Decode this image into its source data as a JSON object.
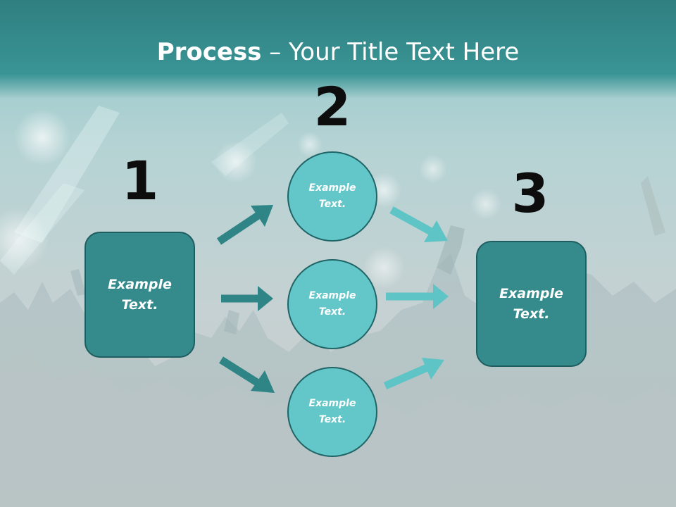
{
  "slide": {
    "title_bold": "Process",
    "title_rest": " – Your Title Text Here"
  },
  "steps": [
    {
      "number": "1"
    },
    {
      "number": "2"
    },
    {
      "number": "3"
    }
  ],
  "nodes": {
    "left_box": "Example Text.",
    "circle_top": "Example Text.",
    "circle_middle": "Example Text.",
    "circle_bottom": "Example Text.",
    "right_box": "Example Text."
  },
  "colors": {
    "title_band": "#3a9495",
    "box_fill": "#358b8c",
    "circle_fill": "#63c6c8",
    "arrow_dark": "#2f8586",
    "arrow_light": "#5fc4c6",
    "number_text": "#0d0d0d"
  }
}
